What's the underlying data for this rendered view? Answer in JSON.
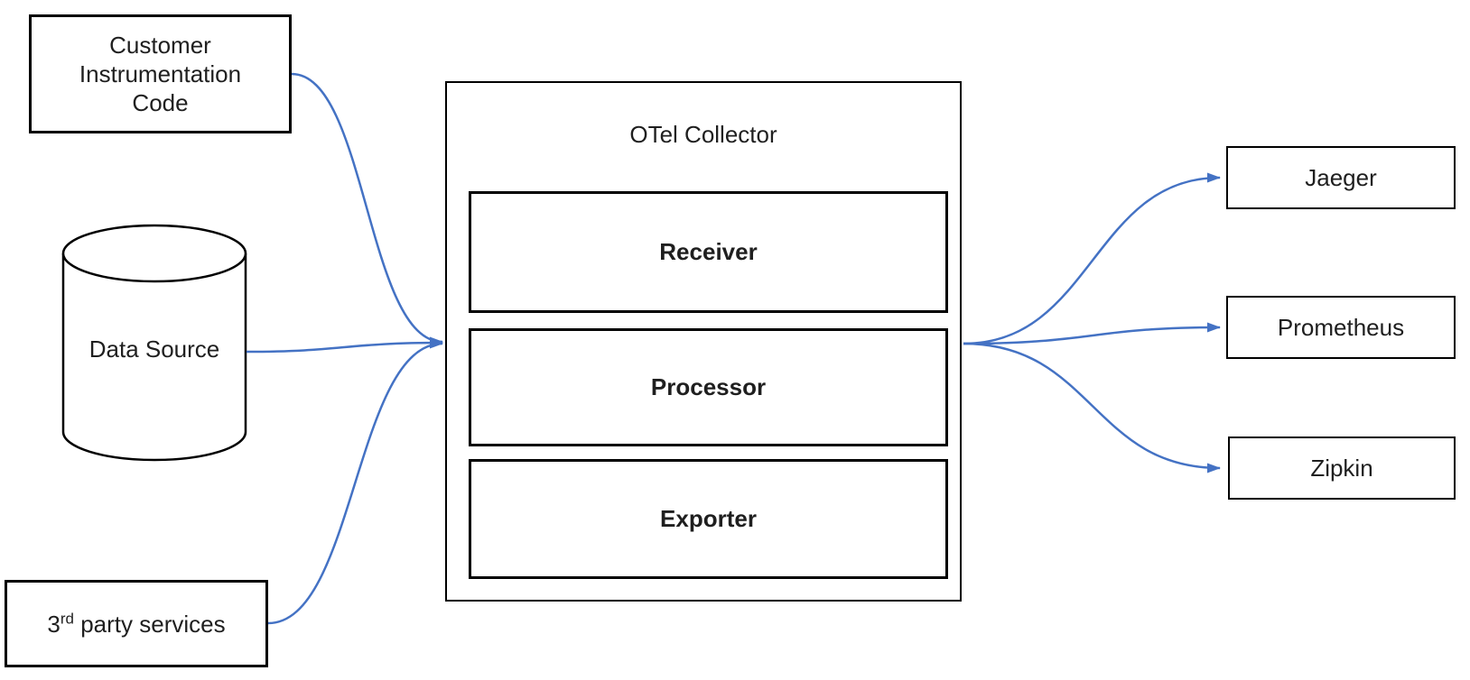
{
  "diagram": {
    "type": "flow-diagram",
    "title": "OTel Collector",
    "colors": {
      "arrow": "#4472C4",
      "border": "#000000",
      "text": "#1f1f1f",
      "background": "#ffffff"
    },
    "nodes": {
      "customer_instrumentation_code": {
        "shape": "rectangle",
        "lines": [
          "Customer",
          "Instrumentation",
          "Code"
        ]
      },
      "data_source": {
        "shape": "cylinder",
        "label": "Data Source"
      },
      "third_party_services": {
        "shape": "rectangle",
        "prefix": "3",
        "sup": "rd",
        "rest": " party services"
      },
      "otel_collector": {
        "shape": "container-rectangle",
        "title": "OTel Collector",
        "components": [
          {
            "label": "Receiver"
          },
          {
            "label": "Processor"
          },
          {
            "label": "Exporter"
          }
        ]
      },
      "jaeger": {
        "shape": "rectangle",
        "label": "Jaeger"
      },
      "prometheus": {
        "shape": "rectangle",
        "label": "Prometheus"
      },
      "zipkin": {
        "shape": "rectangle",
        "label": "Zipkin"
      }
    },
    "edges": [
      {
        "from": "customer_instrumentation_code",
        "to": "otel_collector"
      },
      {
        "from": "data_source",
        "to": "otel_collector"
      },
      {
        "from": "third_party_services",
        "to": "otel_collector"
      },
      {
        "from": "otel_collector",
        "to": "jaeger"
      },
      {
        "from": "otel_collector",
        "to": "prometheus"
      },
      {
        "from": "otel_collector",
        "to": "zipkin"
      }
    ]
  }
}
